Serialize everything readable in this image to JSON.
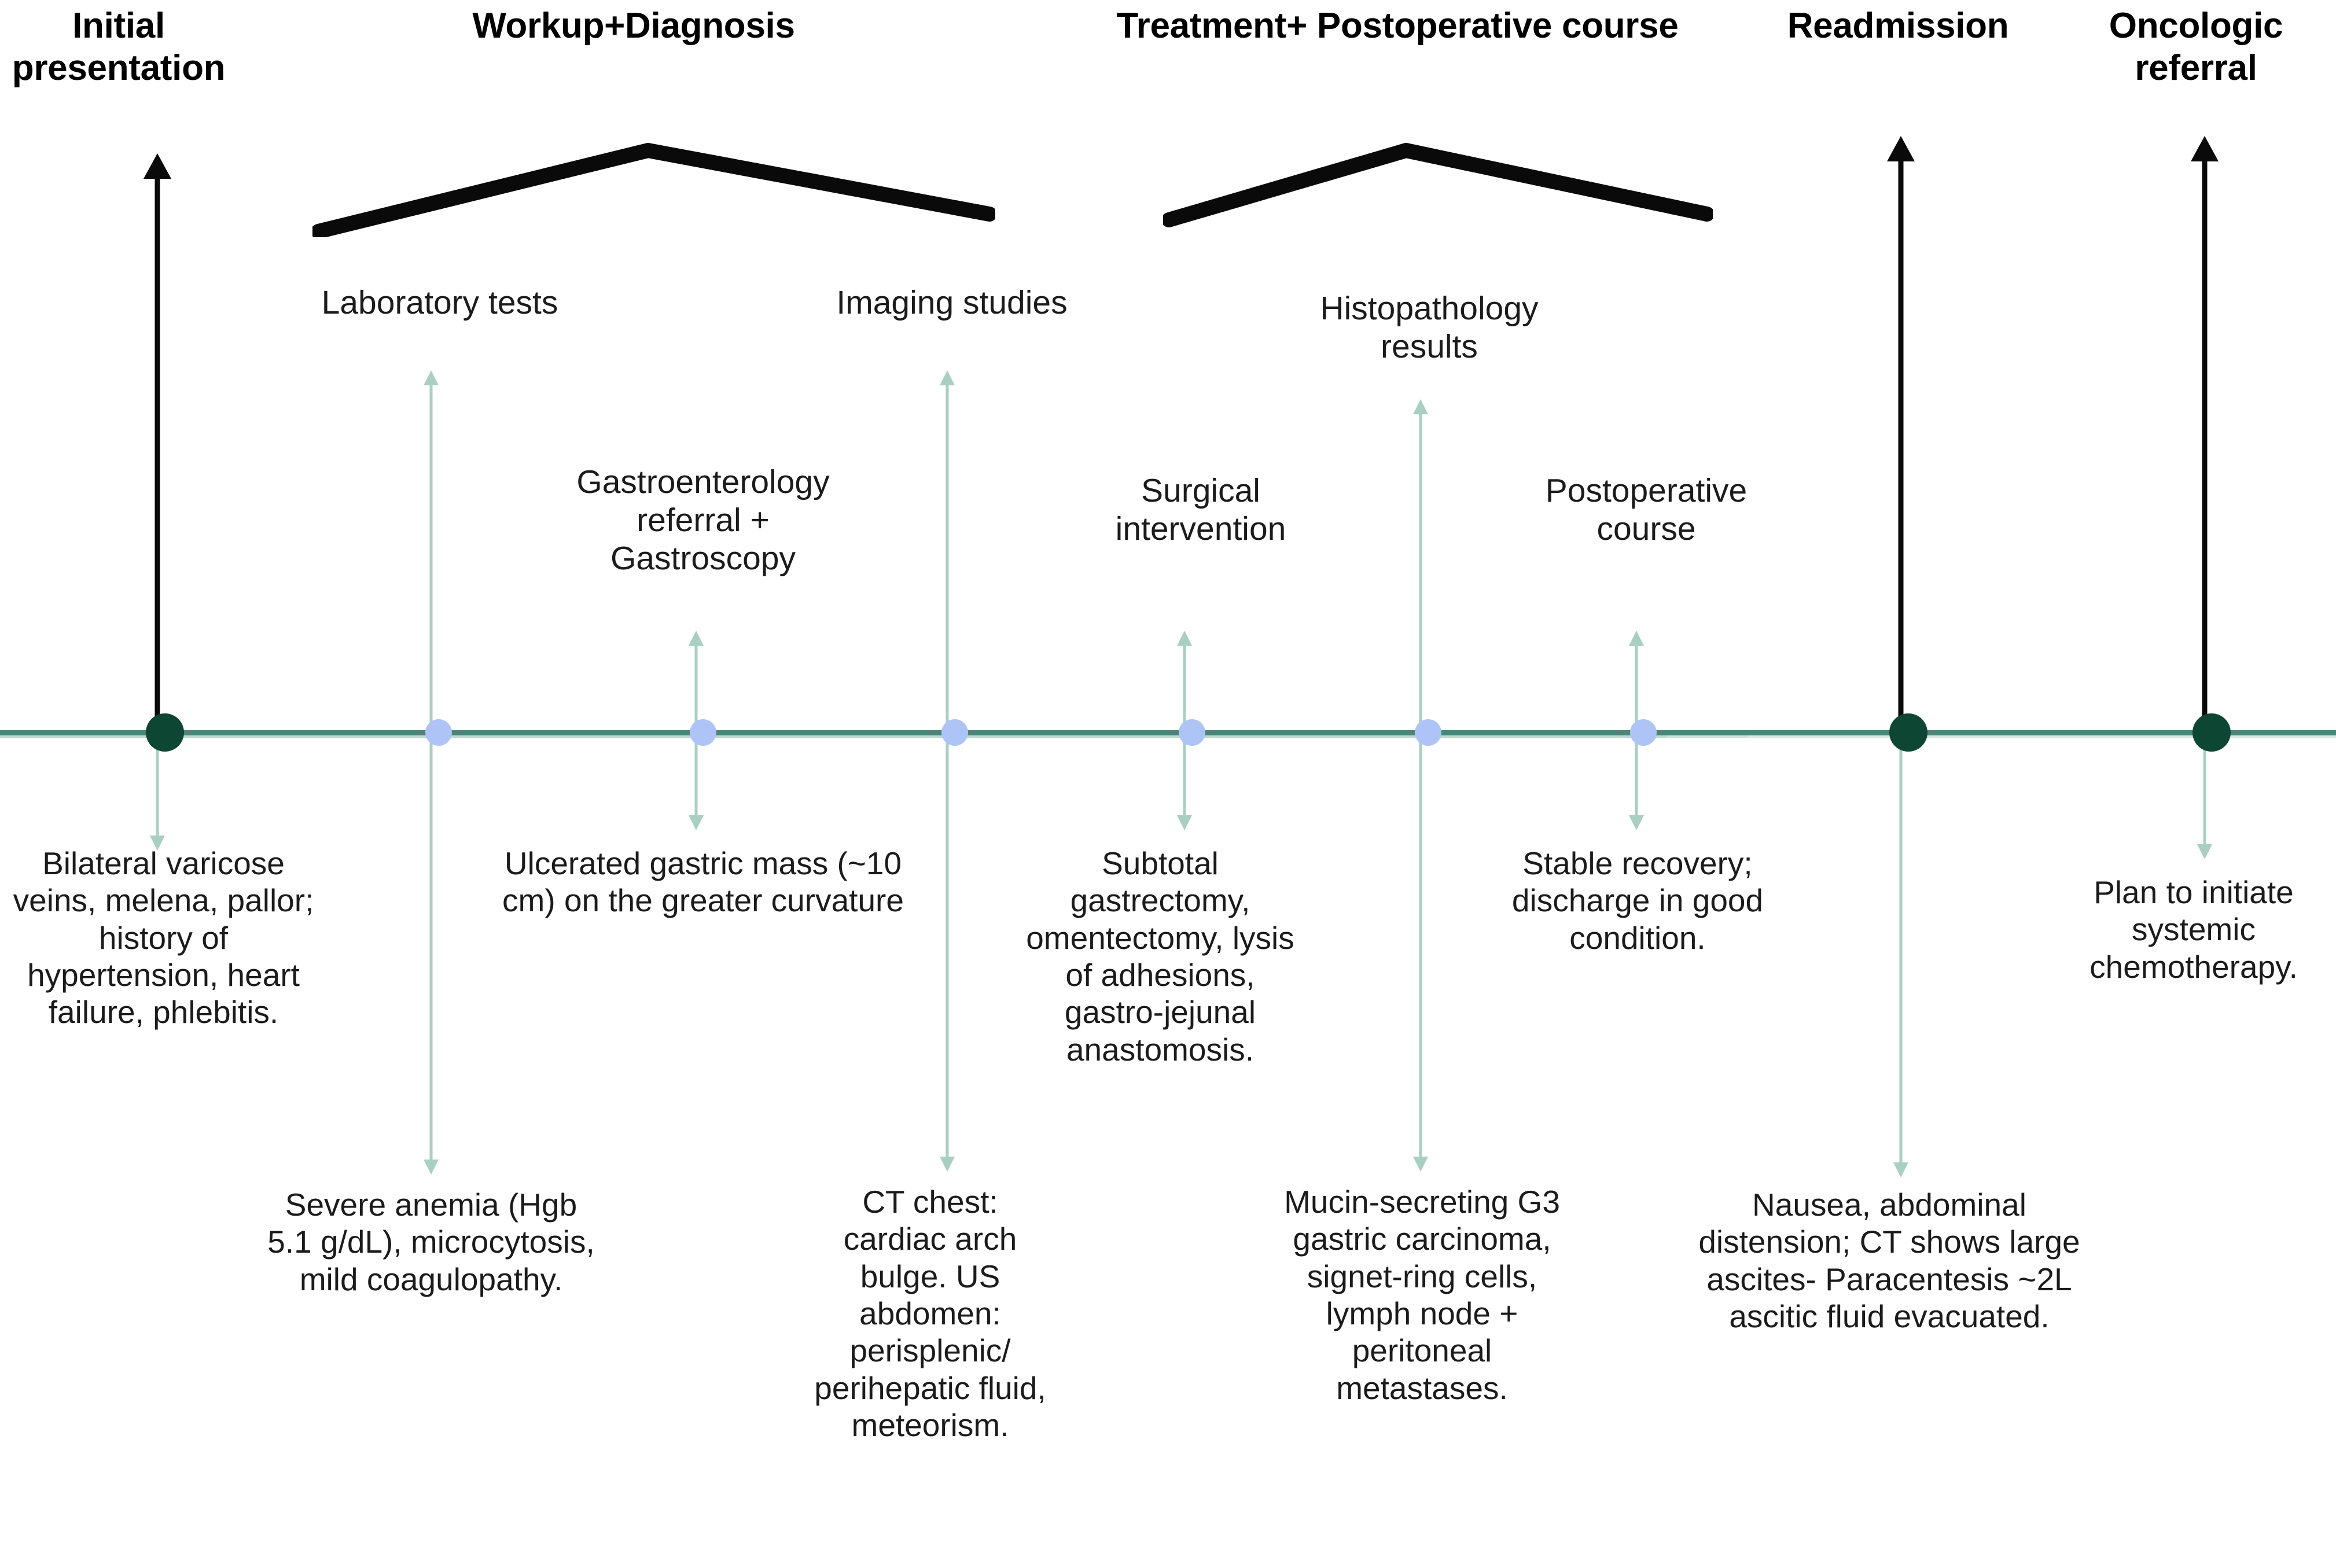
{
  "diagram": {
    "title": "Clinical course timeline of a patient with gastric carcinoma",
    "type": "horizontal-timeline",
    "colors": {
      "axis": "#4d8477",
      "major_node": "#0d4632",
      "minor_node": "#aec4f7",
      "connector_green": "#a9cfc2",
      "connector_black": "#0a0a0a",
      "text": "#1b1b1b",
      "background": "#ffffff"
    }
  },
  "phases": [
    {
      "id": "initial",
      "label": "Initial\npresentation"
    },
    {
      "id": "workup",
      "label": "Workup+Diagnosis"
    },
    {
      "id": "treatment",
      "label": "Treatment+ Postoperative course"
    },
    {
      "id": "readmit",
      "label": "Readmission"
    },
    {
      "id": "oncology",
      "label": "Oncologic\nreferral"
    }
  ],
  "phase_headers": {
    "initial": "Initial",
    "initial_line2": "presentation",
    "workup": "Workup+Diagnosis",
    "treatment": "Treatment+ Postoperative course",
    "readmission": "Readmission",
    "oncologic": "Oncologic",
    "oncologic_line2": "referral"
  },
  "nodes": [
    {
      "id": "n1",
      "kind": "major",
      "above_label": "",
      "below_label": "Bilateral varicose veins, melena, pallor; history of hypertension, heart failure, phlebitis."
    },
    {
      "id": "n2",
      "kind": "minor",
      "above_label": "Laboratory tests",
      "below_label": "Severe anemia (Hgb 5.1 g/dL), microcytosis, mild coagulopathy."
    },
    {
      "id": "n3",
      "kind": "minor",
      "above_label": "Gastroenterology referral + Gastroscopy",
      "below_label": "Ulcerated gastric mass (~10 cm) on the greater curvature"
    },
    {
      "id": "n4",
      "kind": "minor",
      "above_label": "Imaging studies",
      "below_label": "CT chest: cardiac arch bulge. US abdomen: perisplenic/ perihepatic fluid, meteorism."
    },
    {
      "id": "n5",
      "kind": "minor",
      "above_label": "Surgical intervention",
      "below_label": "Subtotal gastrectomy, omentectomy, lysis of adhesions, gastro-jejunal anastomosis."
    },
    {
      "id": "n6",
      "kind": "minor",
      "above_label": "Histopathology results",
      "below_label": "Mucin-secreting G3 gastric carcinoma, signet-ring cells, lymph node + peritoneal metastases."
    },
    {
      "id": "n7",
      "kind": "minor",
      "above_label": "Postoperative course",
      "below_label": "Stable recovery; discharge in good condition."
    },
    {
      "id": "n8",
      "kind": "major",
      "above_label": "",
      "below_label": "Nausea, abdominal distension; CT shows large ascites- Paracentesis ~2L ascitic fluid evacuated."
    },
    {
      "id": "n9",
      "kind": "major",
      "above_label": "",
      "below_label": "Plan to initiate systemic chemotherapy."
    }
  ],
  "labels": {
    "laboratory_tests": "Laboratory tests",
    "imaging_studies": "Imaging studies",
    "histopathology_results": "Histopathology\nresults",
    "histopathology_l1": "Histopathology",
    "histopathology_l2": "results",
    "gastro_referral": "Gastroenterology\nreferral +\nGastroscopy",
    "gastro_l1": "Gastroenterology",
    "gastro_l2": "referral +",
    "gastro_l3": "Gastroscopy",
    "surgical_l1": "Surgical",
    "surgical_l2": "intervention",
    "postop_l1": "Postoperative",
    "postop_l2": "course"
  },
  "notes": {
    "initial_presentation": "Bilateral varicose veins, melena, pallor; history of hypertension, heart failure, phlebitis.",
    "lab_results": "Severe anemia (Hgb 5.1 g/dL), microcytosis, mild coagulopathy.",
    "gastroscopy_finding": "Ulcerated gastric mass (~10 cm) on the greater curvature",
    "imaging_finding": "CT chest: cardiac arch bulge. US abdomen: perisplenic/ perihepatic fluid, meteorism.",
    "surgery_detail": "Subtotal gastrectomy, omentectomy, lysis of adhesions, gastro-jejunal anastomosis.",
    "histopath_detail": "Mucin-secreting G3 gastric carcinoma, signet-ring cells, lymph node + peritoneal metastases.",
    "postop_detail": "Stable recovery; discharge in good condition.",
    "readmission_detail": "Nausea, abdominal distension; CT shows large ascites- Paracentesis ~2L ascitic fluid evacuated.",
    "oncology_detail": "Plan to initiate systemic chemotherapy."
  }
}
